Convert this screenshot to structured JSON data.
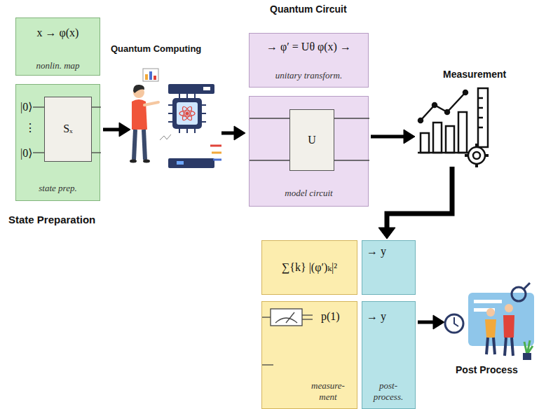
{
  "diagram": {
    "nodes": [
      {
        "text": [
          "x → φ(x)",
          "nonlin. map"
        ]
      },
      {
        "text": [
          "|0⟩",
          "⋮",
          "|0⟩",
          "state prep."
        ]
      },
      {
        "text": [
          "Sₓ"
        ],
        "in": 1
      },
      {
        "text": [
          "→ φ′ = Uθ φ(x) →",
          "unitary transform."
        ]
      },
      {
        "text": [
          "model circuit"
        ]
      },
      {
        "text": [
          "U"
        ],
        "in": 4
      },
      {
        "text": [
          "∑{k} |(φ′)ₖ|²"
        ]
      },
      {
        "text": [
          "→ y"
        ]
      },
      {
        "text": [
          "p(1)",
          "measure- ment"
        ]
      },
      {
        "text": [
          "→ y",
          "post- process."
        ]
      }
    ],
    "labels": [
      "Quantum Computing",
      "Quantum Circuit",
      "Measurement",
      "State Preparation",
      "Post Process"
    ]
  }
}
